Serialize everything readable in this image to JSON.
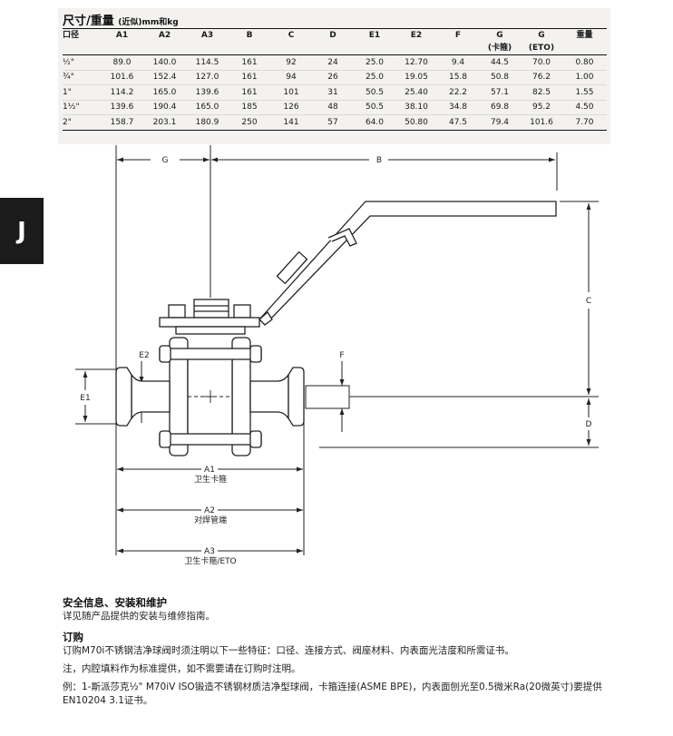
{
  "table": {
    "title": "尺寸/重量",
    "unit": "(近似)mm和kg",
    "headers": [
      "口径",
      "A1",
      "A2",
      "A3",
      "B",
      "C",
      "D",
      "E1",
      "E2",
      "F",
      "G",
      "G",
      "重量"
    ],
    "subheaders": [
      "",
      "",
      "",
      "",
      "",
      "",
      "",
      "",
      "",
      "",
      "(卡箍)",
      "(ETO)",
      ""
    ],
    "rows": [
      [
        "½\"",
        "89.0",
        "140.0",
        "114.5",
        "161",
        "92",
        "24",
        "25.0",
        "12.70",
        "9.4",
        "44.5",
        "70.0",
        "0.80"
      ],
      [
        "¾\"",
        "101.6",
        "152.4",
        "127.0",
        "161",
        "94",
        "26",
        "25.0",
        "19.05",
        "15.8",
        "50.8",
        "76.2",
        "1.00"
      ],
      [
        "1\"",
        "114.2",
        "165.0",
        "139.6",
        "161",
        "101",
        "31",
        "50.5",
        "25.40",
        "22.2",
        "57.1",
        "82.5",
        "1.55"
      ],
      [
        "1½\"",
        "139.6",
        "190.4",
        "165.0",
        "185",
        "126",
        "48",
        "50.5",
        "38.10",
        "34.8",
        "69.8",
        "95.2",
        "4.50"
      ],
      [
        "2\"",
        "158.7",
        "203.1",
        "180.9",
        "250",
        "141",
        "57",
        "64.0",
        "50.80",
        "47.5",
        "79.4",
        "101.6",
        "7.70"
      ]
    ]
  },
  "tab_marker": "J",
  "drawing": {
    "dim_g": "G",
    "dim_b": "B",
    "dim_c": "C",
    "dim_d": "D",
    "dim_e1": "E1",
    "dim_e2": "E2",
    "dim_f": "F",
    "dim_a1": "A1",
    "dim_a1_caption": "卫生卡箍",
    "dim_a2": "A2",
    "dim_a2_caption": "对焊管端",
    "dim_a3": "A3",
    "dim_a3_caption": "卫生卡箍/ETO"
  },
  "safety": {
    "heading": "安全信息、安装和维护",
    "text": "详见随产品提供的安装与维修指南。"
  },
  "ordering": {
    "heading": "订购",
    "line1": "订购M70i不锈钢洁净球阀时须注明以下一些特征：口径、连接方式、阀座材料、内表面光洁度和所需证书。",
    "note": "注，内腔填料作为标准提供，如不需要请在订购时注明。",
    "example": "例：1-斯派莎克½\" M70iV ISO锻造不锈钢材质洁净型球阀，卡箍连接(ASME BPE)，内表面刨光至0.5微米Ra(20微英寸)要提供EN10204 3.1证书。"
  }
}
